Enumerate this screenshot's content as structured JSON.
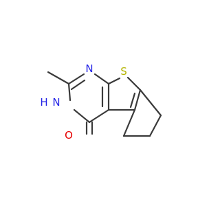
{
  "molecule": {
    "atoms": {
      "N1": {
        "symbol": "N",
        "color": "#2323e6"
      },
      "N3": {
        "symbol": "N",
        "hydrogen": "H",
        "color": "#2323e6"
      },
      "S": {
        "symbol": "S",
        "color": "#b4b400"
      },
      "O": {
        "symbol": "O",
        "color": "#e60000"
      }
    },
    "bond_color": "#3a3a3a"
  }
}
